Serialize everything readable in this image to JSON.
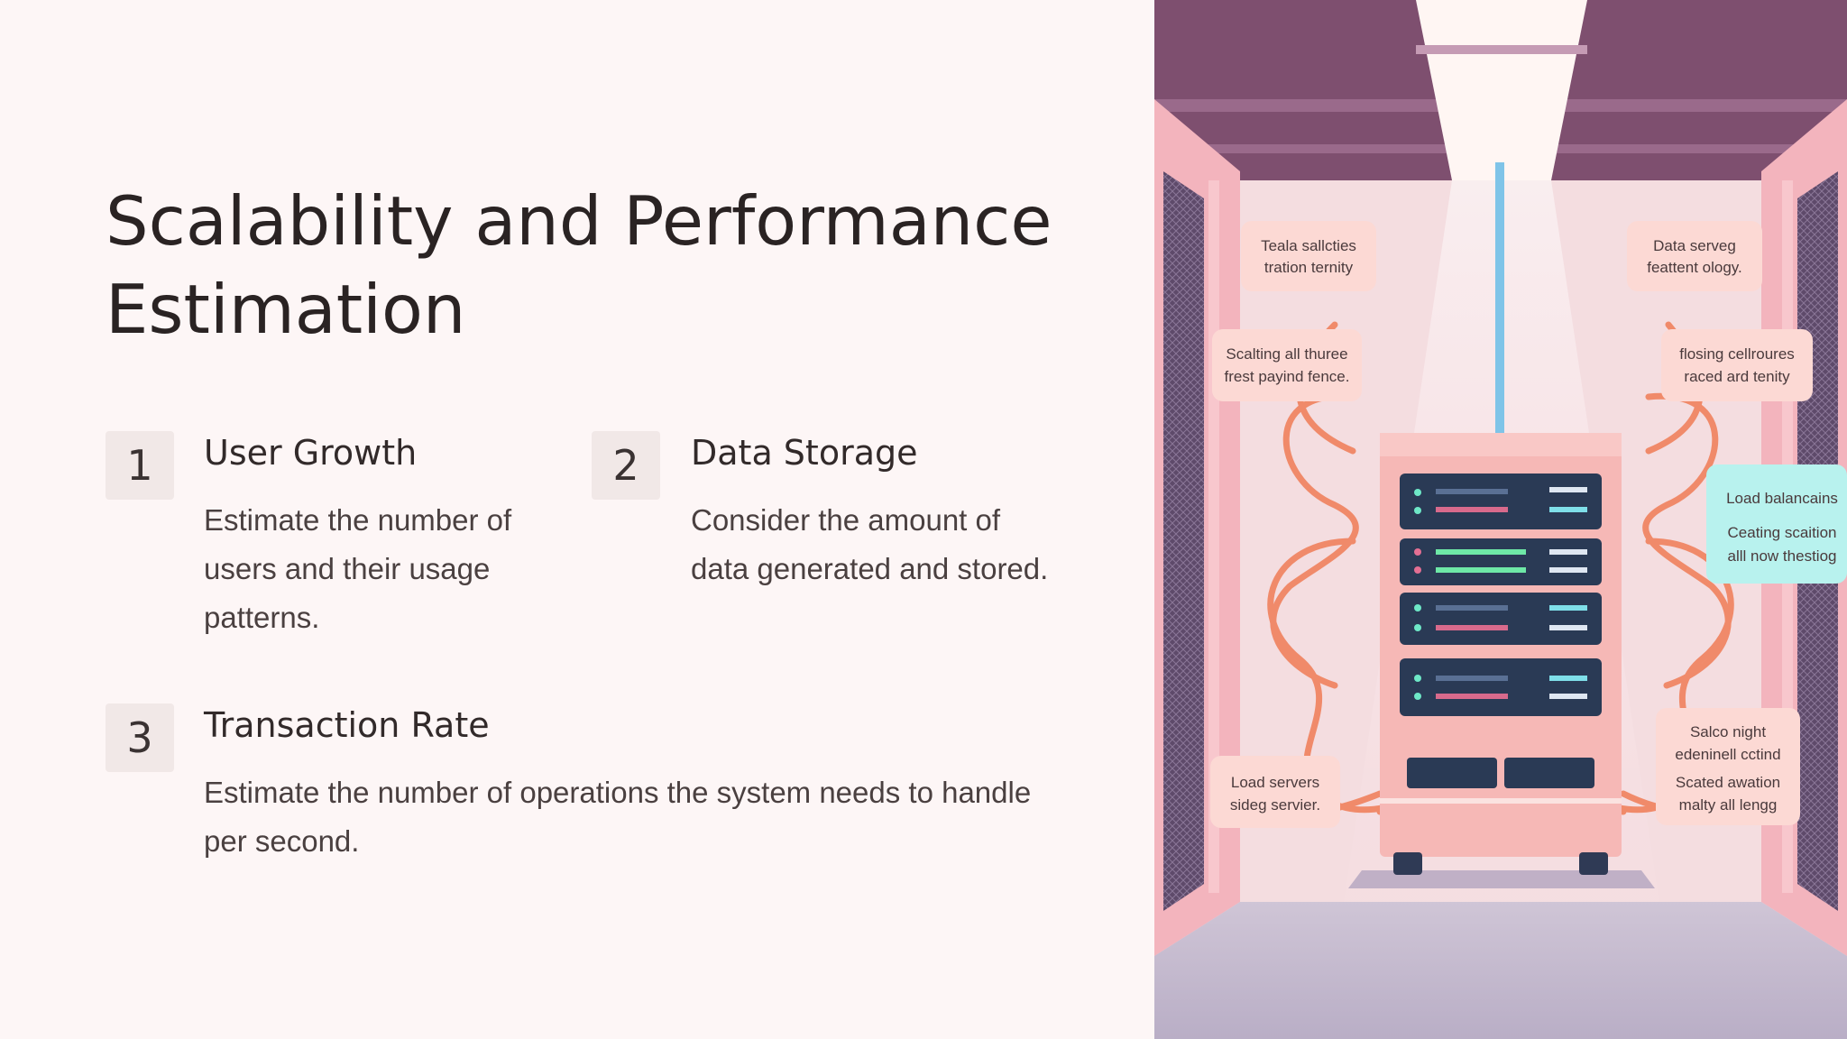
{
  "slide": {
    "title": "Scalability and Performance Estimation",
    "items": [
      {
        "number": "1",
        "title": "User Growth",
        "description": "Estimate the number of users and their usage patterns."
      },
      {
        "number": "2",
        "title": "Data Storage",
        "description": "Consider the amount of data generated and stored."
      },
      {
        "number": "3",
        "title": "Transaction Rate",
        "description": "Estimate the number of operations the system needs to handle per second."
      }
    ]
  },
  "illustration": {
    "callouts": [
      {
        "lines": [
          "Teala sallcties",
          "tration ternity"
        ]
      },
      {
        "lines": [
          "Data serveg",
          "feattent ology."
        ]
      },
      {
        "lines": [
          "Scalting all thuree",
          "frest payind fence."
        ]
      },
      {
        "lines": [
          "flosing cellroures",
          "raced ard tenity"
        ]
      },
      {
        "lines": [
          "Load balancains",
          "Ceating scaition",
          "alll now thestiog"
        ]
      },
      {
        "lines": [
          "Salco night",
          "edeninell cctind",
          "Scated awation",
          "malty all lengg"
        ]
      },
      {
        "lines": [
          "Load servers",
          "sideg servier."
        ]
      }
    ],
    "colors": {
      "background": "#fdf6f6",
      "ceiling": "#7e4f6f",
      "rack": "#f6b8b6",
      "cable": "#f08a6a",
      "server_unit": "#2a3a55",
      "highlight_callout": "#b8f2ee"
    }
  }
}
